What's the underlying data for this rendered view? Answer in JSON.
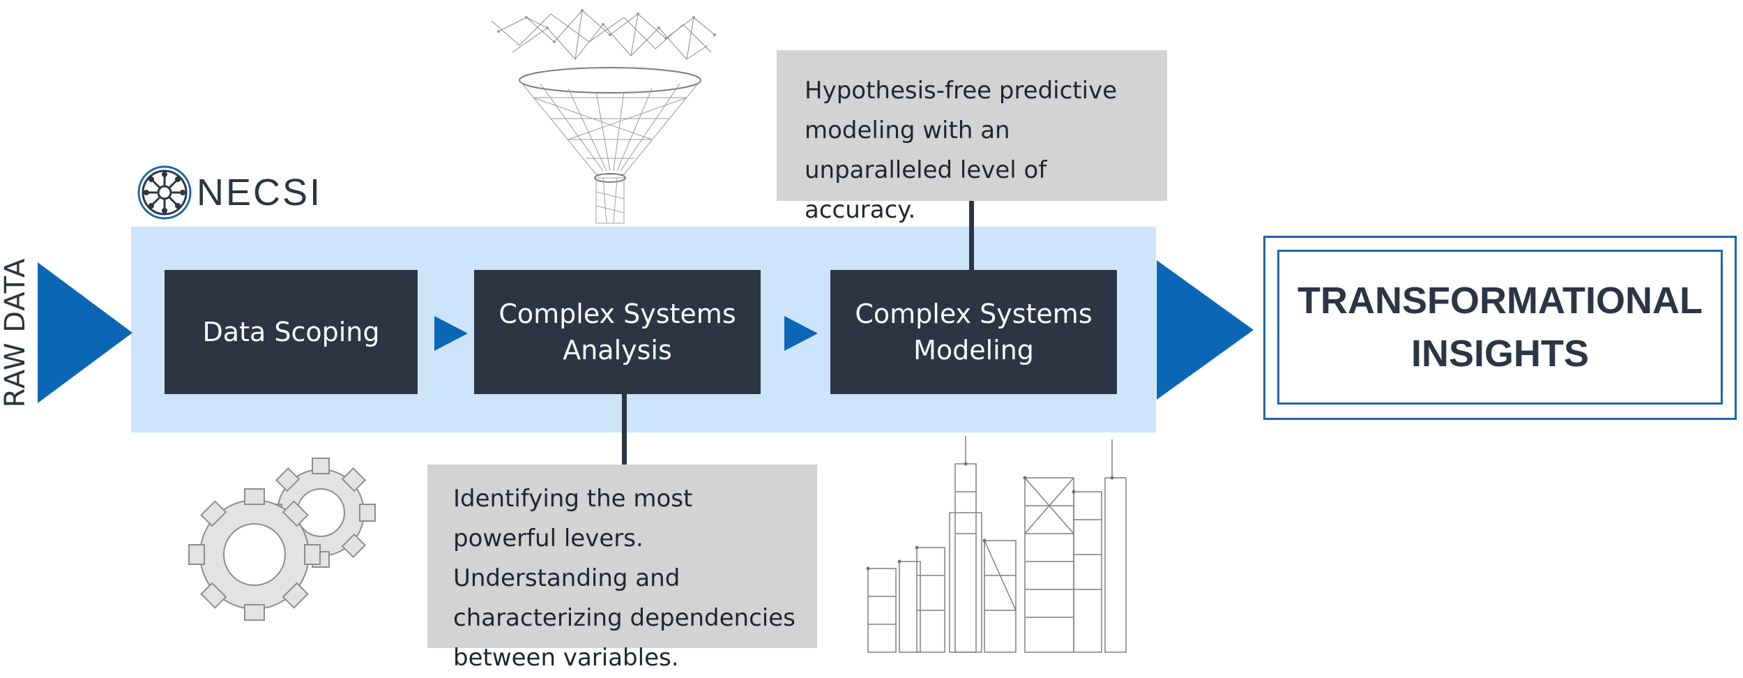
{
  "colors": {
    "band": "#cde5fb",
    "step_box": "#2b3543",
    "arrow": "#0b67b6",
    "note_box": "#d2d3d2",
    "final_border": "#1f64ad"
  },
  "logo": {
    "text": "NECSI",
    "icon": "necsi-emblem-icon"
  },
  "input_label": "RAW DATA",
  "steps": [
    {
      "label": "Data Scoping"
    },
    {
      "label": "Complex Systems\nAnalysis"
    },
    {
      "label": "Complex Systems\nModeling"
    }
  ],
  "notes": {
    "modeling": "Hypothesis-free predictive modeling with an unparalleled level of accuracy.",
    "analysis": "Identifying the most powerful levers. Understanding and characterizing dependencies between variables."
  },
  "output": {
    "label": "TRANSFORMATIONAL\nINSIGHTS"
  },
  "illustrations": {
    "funnel": "funnel-icon",
    "gears": "gears-icon",
    "city": "city-skyline-icon"
  }
}
